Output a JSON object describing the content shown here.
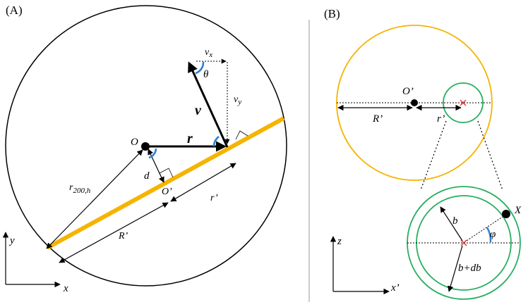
{
  "panels": {
    "a": {
      "label": "(A)",
      "labels": {
        "origin": "O",
        "r_vec": "r",
        "v_vec": "v",
        "vx": "v",
        "vx_sub": "x",
        "vy": "v",
        "vy_sub": "y",
        "theta": "θ",
        "d": "d",
        "o_prime": "O’",
        "r_prime": "r’",
        "big_r_prime": "R’",
        "r200": "r",
        "r200_sub": "200,h",
        "axis_y": "y",
        "axis_x": "x"
      }
    },
    "b": {
      "label": "(B)",
      "labels": {
        "o_prime": "O’",
        "big_r_prime": "R’",
        "r_prime": "r’",
        "b": "b",
        "b_db": "b+db",
        "X": "X",
        "phi": "φ",
        "axis_z": "z",
        "axis_x": "x’"
      }
    }
  },
  "colors": {
    "disk": "#f5b400",
    "ring": "#27ae60",
    "angle_arc": "#2a7fd4",
    "cross": "#e53935",
    "divider": "#aaaaaa",
    "line": "#000000"
  }
}
